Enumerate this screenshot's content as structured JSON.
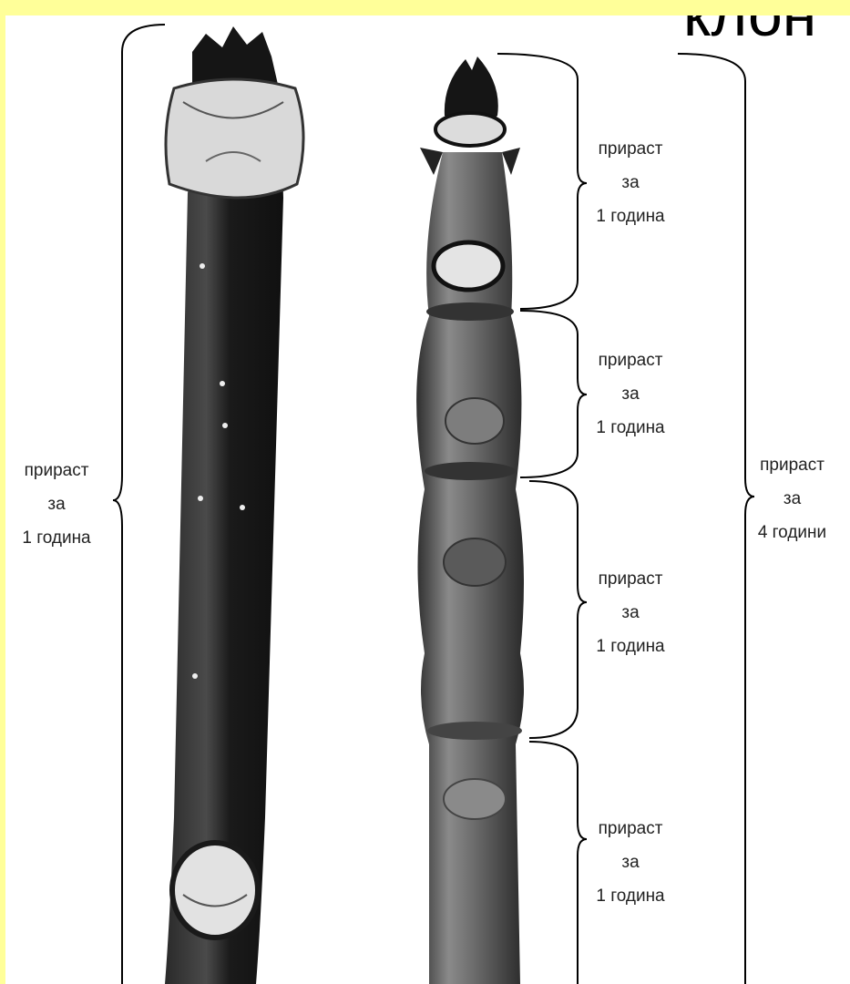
{
  "title": "клон",
  "labels": {
    "left": {
      "line1": "прираст",
      "line2": "за",
      "line3": "1 година"
    },
    "seg1": {
      "line1": "прираст",
      "line2": "за",
      "line3": "1 година"
    },
    "seg2": {
      "line1": "прираст",
      "line2": "за",
      "line3": "1 година"
    },
    "seg3": {
      "line1": "прираст",
      "line2": "за",
      "line3": "1 година"
    },
    "seg4": {
      "line1": "прираст",
      "line2": "за",
      "line3": "1 година"
    },
    "total": {
      "line1": "прираст",
      "line2": "за",
      "line3": "4 години"
    }
  },
  "colors": {
    "background": "#ffff99",
    "photo": "#ffffff",
    "twig_dark": "#1e1e1e",
    "twig_mid": "#6a6a6a",
    "bud_light": "#d8d8d8"
  }
}
